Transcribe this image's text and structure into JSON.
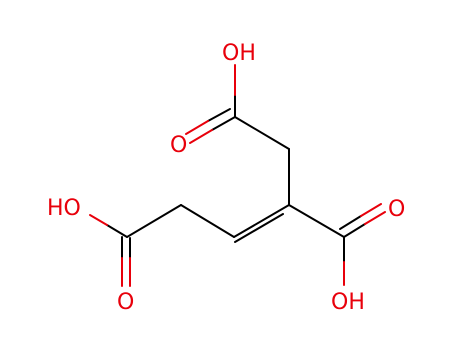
{
  "colors": {
    "background": "#ffffff",
    "bond": "#000000",
    "oxygen": "#e8000b"
  },
  "labels": {
    "oh_top": "OH",
    "o_carbonyl_top": "O",
    "oh_left": "HO",
    "o_carbonyl_left": "O",
    "o_carbonyl_right": "O",
    "oh_right": "OH"
  }
}
